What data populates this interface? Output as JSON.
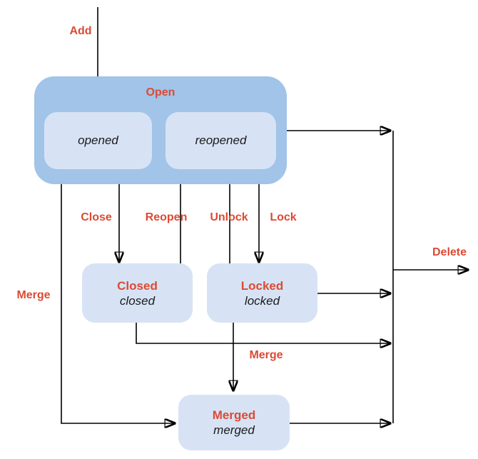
{
  "colors": {
    "accent_red": "#DC4A33",
    "group_fill": "#A1C4E8",
    "state_fill": "#D7E3F5",
    "arrow_color": "#000000"
  },
  "diagram": {
    "open_group": {
      "title": "Open",
      "substates": [
        {
          "label": "opened"
        },
        {
          "label": "reopened"
        }
      ]
    },
    "states": {
      "closed": {
        "title": "Closed",
        "subtitle": "closed"
      },
      "locked": {
        "title": "Locked",
        "subtitle": "locked"
      },
      "merged": {
        "title": "Merged",
        "subtitle": "merged"
      }
    },
    "labels": {
      "add": "Add",
      "close": "Close",
      "reopen": "Reopen",
      "unlock": "Unlock",
      "lock": "Lock",
      "merge_left": "Merge",
      "merge_mid": "Merge",
      "delete": "Delete"
    }
  }
}
